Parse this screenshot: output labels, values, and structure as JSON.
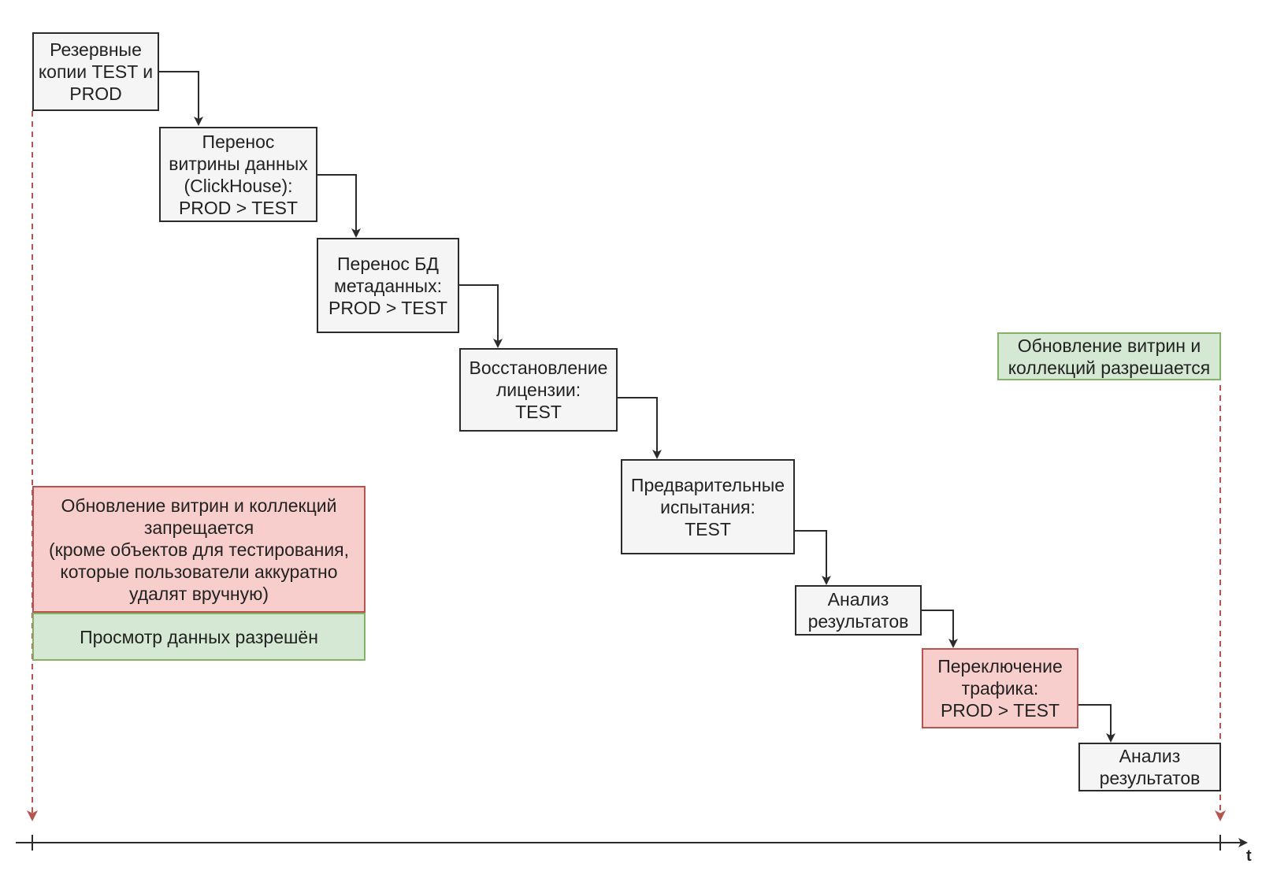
{
  "colors": {
    "step_fill": "#f5f5f5",
    "step_border": "#2b2b2b",
    "red_fill": "#f8cecc",
    "red_border": "#b85450",
    "green_fill": "#d5e8d4",
    "green_border": "#82b366",
    "timeline_dash": "#b85450"
  },
  "steps": [
    {
      "text": "Резервные\nкопии TEST и\nPROD"
    },
    {
      "text": "Перенос\nвитрины данных\n(ClickHouse):\nPROD > TEST"
    },
    {
      "text": "Перенос БД\nметаданных:\nPROD > TEST"
    },
    {
      "text": "Восстановление\nлицензии:\nTEST"
    },
    {
      "text": "Предварительные\nиспытания:\nTEST"
    },
    {
      "text": "Анализ\nрезультатов"
    },
    {
      "text": "Переключение\nтрафика:\nPROD > TEST"
    },
    {
      "text": "Анализ\nрезультатов"
    }
  ],
  "notes": {
    "forbidden": "Обновление витрин и коллекций\nзапрещается\n(кроме объектов для тестирования,\nкоторые пользователи аккуратно\nудалят вручную)",
    "view_allowed": "Просмотр данных разрешён",
    "update_allowed": "Обновление витрин и\nколлекций разрешается"
  },
  "axis": {
    "label": "t"
  }
}
